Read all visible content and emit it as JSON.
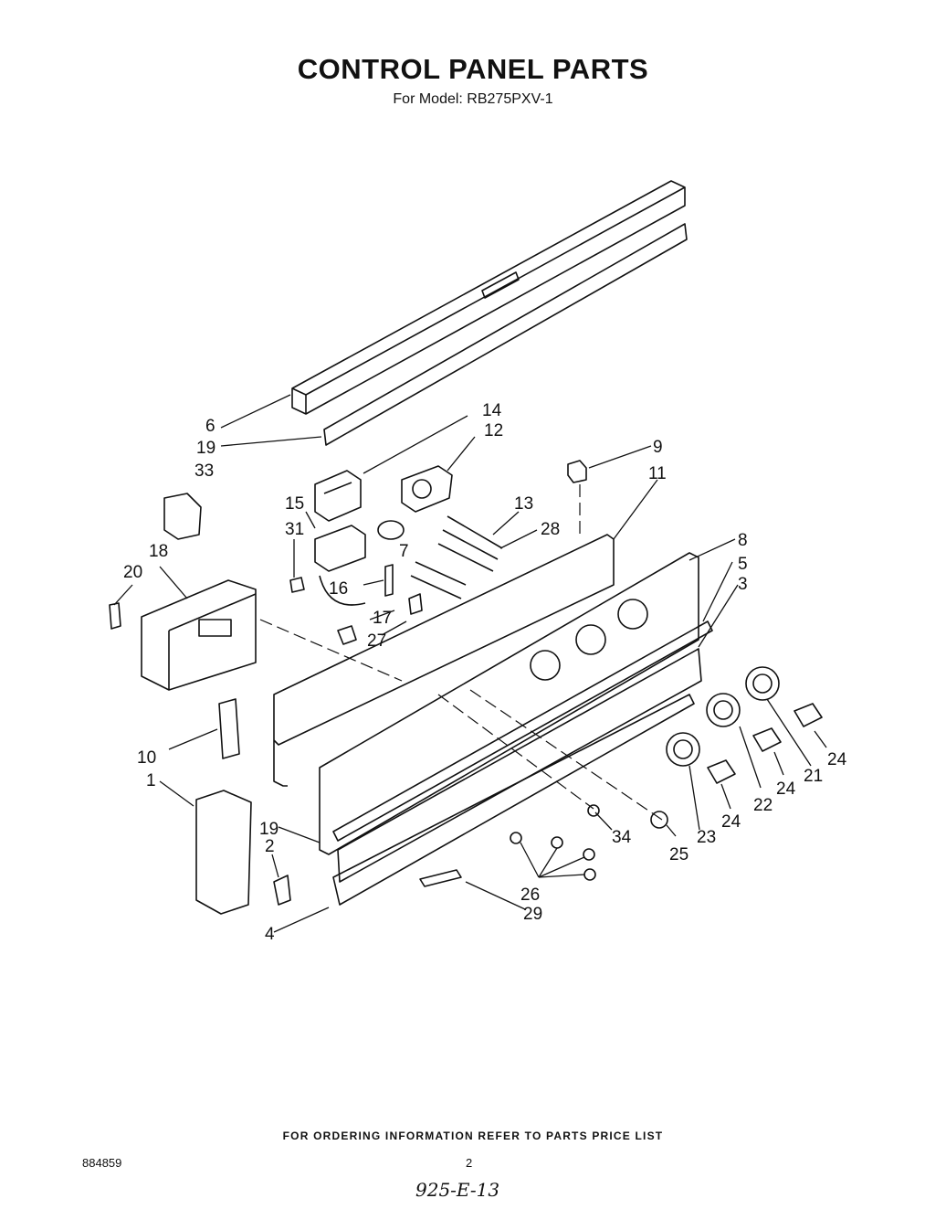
{
  "header": {
    "title": "CONTROL PANEL PARTS",
    "model": "For Model: RB275PXV-1"
  },
  "callouts": [
    "6",
    "19",
    "33",
    "14",
    "12",
    "9",
    "11",
    "15",
    "31",
    "13",
    "28",
    "7",
    "16",
    "17",
    "27",
    "8",
    "5",
    "3",
    "18",
    "20",
    "10",
    "1",
    "19",
    "2",
    "4",
    "34",
    "25",
    "23",
    "24",
    "22",
    "21",
    "24",
    "24",
    "26",
    "29"
  ],
  "footer": {
    "note": "FOR ORDERING INFORMATION REFER TO PARTS PRICE LIST",
    "doc_number": "884859",
    "page": "2",
    "handwritten": "925-E-13"
  }
}
